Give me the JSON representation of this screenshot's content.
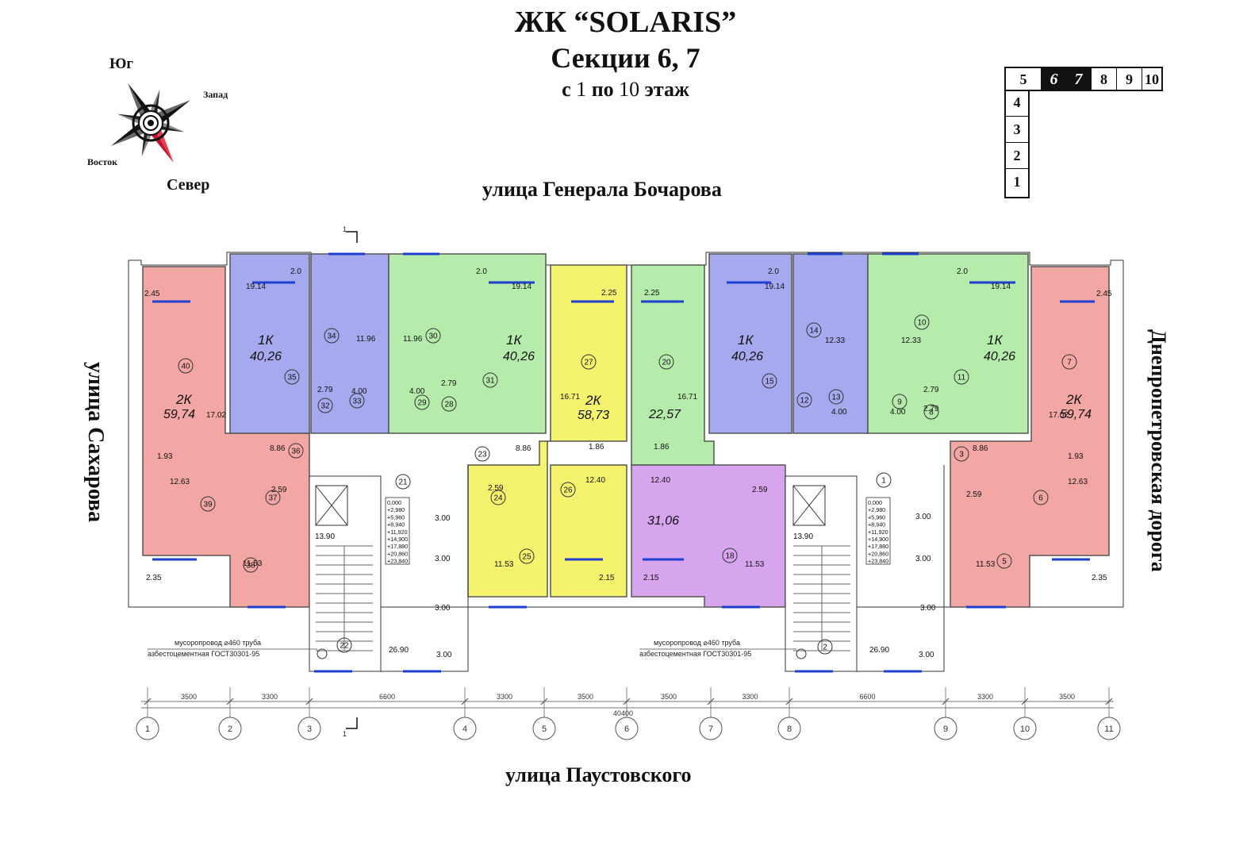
{
  "title": {
    "line1": "ЖК “SOLARIS”",
    "line2": "Секции 6, 7",
    "line3_pre": "с ",
    "line3_a": "1",
    "line3_mid": " по ",
    "line3_b": "10",
    "line3_post": " этаж"
  },
  "compass": {
    "south": "Юг",
    "west": "Запад",
    "east": "Восток",
    "north": "Север"
  },
  "streets": {
    "top": "улица Генерала Бочарова",
    "bottom": "улица Паустовского",
    "left": "улица Сахарова",
    "right": "Днепропетровская дорога"
  },
  "section_key": {
    "row": [
      "5",
      "6",
      "7",
      "8",
      "9",
      "10"
    ],
    "active": [
      "6",
      "7"
    ],
    "column": [
      "4",
      "3",
      "2",
      "1"
    ]
  },
  "colors": {
    "pink": "#f2a7a4",
    "blue": "#a7a9ee",
    "green": "#b6ecab",
    "yellow": "#f5f36e",
    "violet": "#d7a5ee"
  },
  "apartments": [
    {
      "type": "2К",
      "area": "59,74",
      "color": "pink"
    },
    {
      "type": "1К",
      "area": "40,26",
      "color": "blue"
    },
    {
      "type": "1К",
      "area": "40,26",
      "color": "green"
    },
    {
      "type": "2К",
      "area": "58,73",
      "color": "yellow"
    },
    {
      "type": "",
      "area": "22,57",
      "color": "green"
    },
    {
      "type": "1К",
      "area": "40,26",
      "color": "blue"
    },
    {
      "type": "1К",
      "area": "40,26",
      "color": "green"
    },
    {
      "type": "2К",
      "area": "59,74",
      "color": "pink"
    },
    {
      "type": "",
      "area": "31,06",
      "color": "violet"
    }
  ],
  "room_areas": [
    "2.45",
    "19.14",
    "2.0",
    "11.96",
    "11.96",
    "2.0",
    "19.14",
    "2.25",
    "2.25",
    "19.14",
    "2.0",
    "12.33",
    "12.33",
    "2.0",
    "19.14",
    "2.45",
    "17.02",
    "2.79",
    "4.00",
    "4.00",
    "2.79",
    "16.71",
    "16.71",
    "2.79",
    "4.00",
    "4.00",
    "2.79",
    "17.02",
    "8.86",
    "1.93",
    "8.86",
    "1.86",
    "1.86",
    "8.86",
    "1.93",
    "12.63",
    "2.59",
    "2.59",
    "12.40",
    "12.40",
    "2.59",
    "2.59",
    "12.63",
    "13.90",
    "13.90",
    "3.00",
    "3.00",
    "3.00",
    "3.00",
    "3.00",
    "3.00",
    "3.00",
    "3.00",
    "11.53",
    "11.53",
    "11.53",
    "11.53",
    "2.35",
    "2.15",
    "2.15",
    "2.35",
    "26.90",
    "26.90"
  ],
  "room_numbers": [
    "40",
    "34",
    "35",
    "30",
    "31",
    "27",
    "20",
    "15",
    "14",
    "10",
    "11",
    "7",
    "32",
    "33",
    "29",
    "28",
    "13",
    "12",
    "9",
    "8",
    "36",
    "23",
    "3",
    "21",
    "1",
    "39",
    "37",
    "24",
    "26",
    "6",
    "18",
    "38",
    "25",
    "5",
    "22",
    "2"
  ],
  "level_marks": [
    "0,000",
    "+2,980",
    "+5,960",
    "+8,940",
    "+11,920",
    "+14,900",
    "+17,880",
    "+20,860",
    "+23,840"
  ],
  "garbage_chute": {
    "line1": "мусоропровод ⌀460 труба",
    "line2": "азбестоцементная ГОСТ30301-95"
  },
  "dimensions": {
    "spans": [
      "3500",
      "3300",
      "6600",
      "3300",
      "3500",
      "3500",
      "3300",
      "6600",
      "3300",
      "3500"
    ],
    "total": "40400"
  },
  "axes": [
    "1",
    "2",
    "3",
    "4",
    "5",
    "6",
    "7",
    "8",
    "9",
    "10",
    "11"
  ],
  "section_marks": [
    "1",
    "1"
  ]
}
